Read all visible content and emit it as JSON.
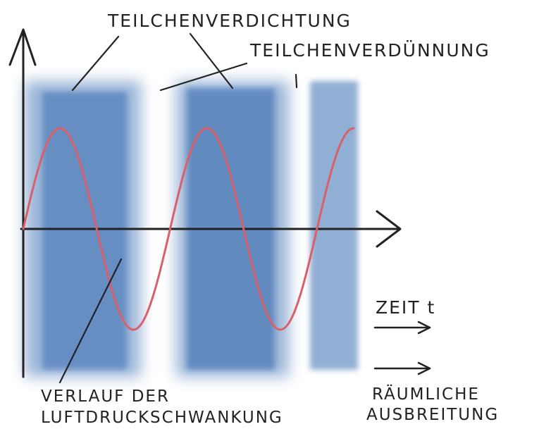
{
  "labels": {
    "compression": "TEILCHENVERDICHTUNG",
    "rarefaction": "TEILCHENVERDÜNNUNG",
    "pressure_line_1": "VERLAUF DER",
    "pressure_line_2": "LUFTDRUCKSCHWANKUNG",
    "time": "ZEIT  t",
    "spatial_1": "RÄUMLICHE",
    "spatial_2": "AUSBREITUNG"
  },
  "colors": {
    "band": "#4a79b8",
    "wave": "#d9606a",
    "ink": "#222222",
    "background": "#ffffff"
  },
  "wave": {
    "type": "sine",
    "cycles_shown": 2.25
  }
}
